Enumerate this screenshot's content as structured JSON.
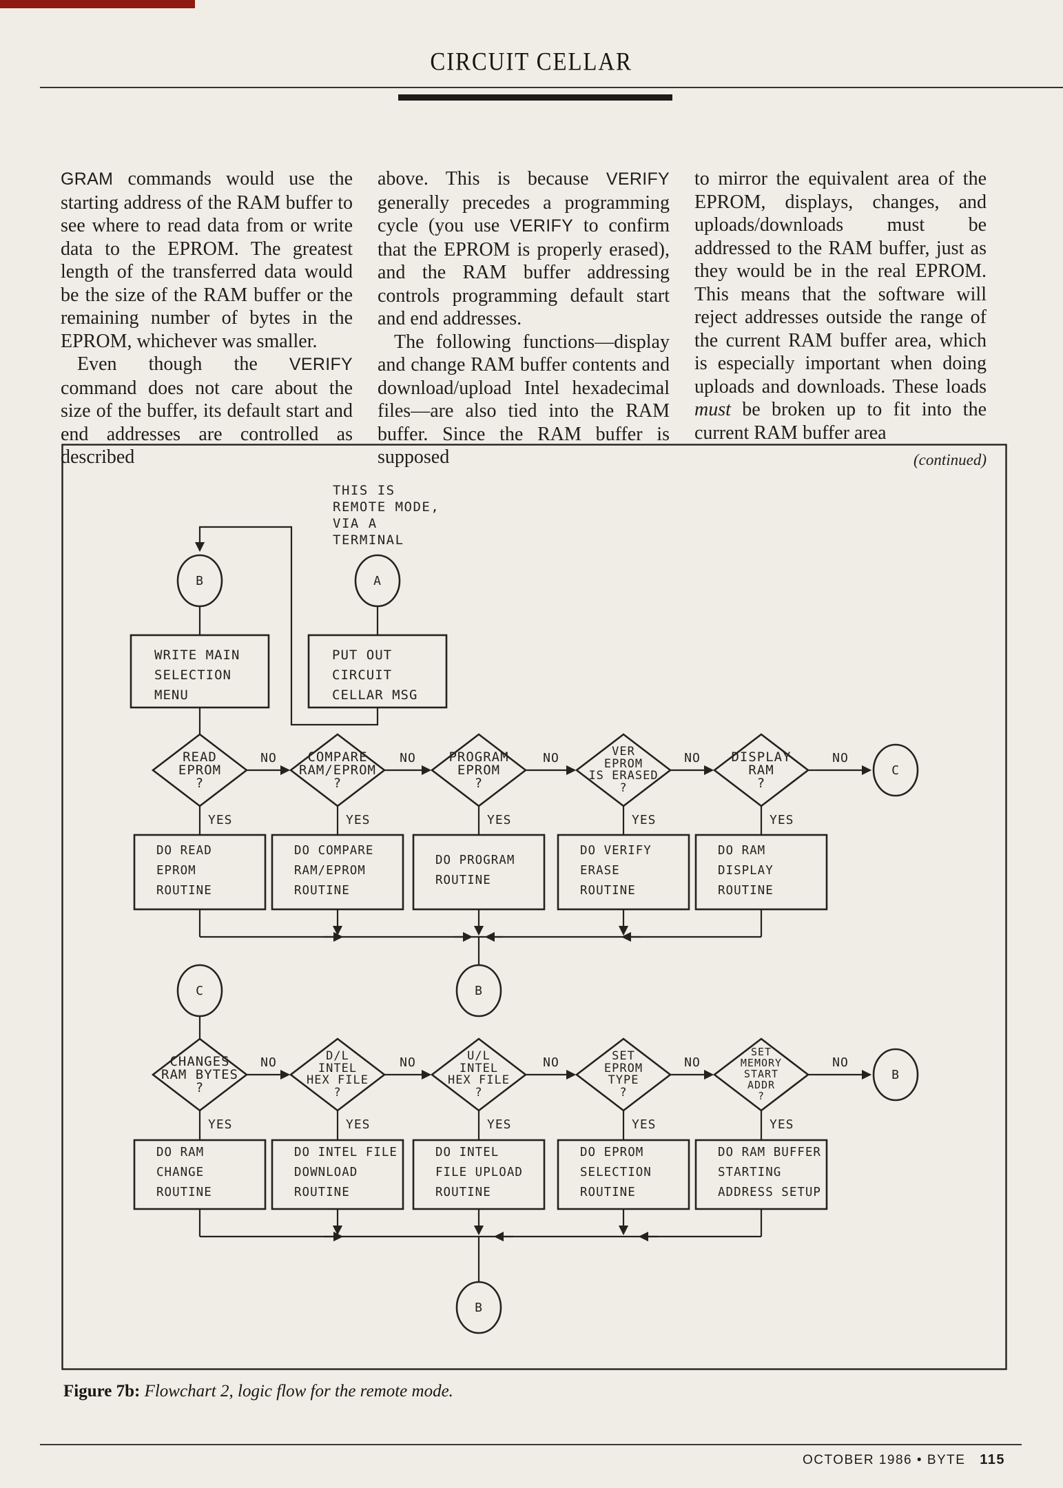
{
  "header": {
    "title": "CIRCUIT CELLAR"
  },
  "article": {
    "columns": [
      {
        "paragraphs": [
          {
            "indent": false,
            "segments": [
              {
                "text": "GRAM",
                "style": "cmd"
              },
              {
                "text": " commands would use the starting address of the RAM buffer to see where to read data from or write data to the EPROM. The greatest length of the transferred data would be the size of the RAM buffer or the remaining number of bytes in the EPROM, whichever was smaller.",
                "style": "plain"
              }
            ]
          },
          {
            "indent": true,
            "segments": [
              {
                "text": "Even though the ",
                "style": "plain"
              },
              {
                "text": "VERIFY",
                "style": "cmd"
              },
              {
                "text": " command does not care about the size of the buffer, its default start and end addresses are controlled as described",
                "style": "plain"
              }
            ]
          }
        ]
      },
      {
        "paragraphs": [
          {
            "indent": false,
            "segments": [
              {
                "text": "above. This is because ",
                "style": "plain"
              },
              {
                "text": "VERIFY",
                "style": "cmd"
              },
              {
                "text": " generally precedes a programming cycle (you use ",
                "style": "plain"
              },
              {
                "text": "VERIFY",
                "style": "cmd"
              },
              {
                "text": " to confirm that the EPROM is properly erased), and the RAM buffer addressing controls programming default start and end addresses.",
                "style": "plain"
              }
            ]
          },
          {
            "indent": true,
            "segments": [
              {
                "text": "The following functions—display and change RAM buffer contents and download/upload Intel hexadecimal files—are also tied into the RAM buffer. Since the RAM buffer is supposed",
                "style": "plain"
              }
            ]
          }
        ]
      },
      {
        "paragraphs": [
          {
            "indent": false,
            "segments": [
              {
                "text": "to mirror the equivalent area of the EPROM, displays, changes, and uploads/downloads must be addressed to the RAM buffer, just as they would be in the real EPROM. This means that the software will reject addresses outside the range of the current RAM buffer area, which is especially important when doing uploads and downloads. These loads ",
                "style": "plain"
              },
              {
                "text": "must",
                "style": "italic"
              },
              {
                "text": " be broken up to fit into the current RAM buffer area",
                "style": "plain"
              }
            ]
          }
        ],
        "continued": "(continued)"
      }
    ]
  },
  "flowchart": {
    "annotation": [
      "THIS IS",
      "REMOTE MODE,",
      "VIA A",
      "TERMINAL"
    ],
    "yes_label": "YES",
    "no_label": "NO",
    "connectors": {
      "b_top": "B",
      "a_top": "A",
      "c_right": "C",
      "c_mid": "C",
      "b_mid": "B",
      "b_right": "B",
      "b_bottom": "B"
    },
    "processes": {
      "write_menu": [
        "WRITE MAIN",
        "SELECTION",
        "MENU"
      ],
      "put_msg": [
        "PUT OUT",
        "CIRCUIT",
        "CELLAR MSG"
      ],
      "do_read": [
        "DO READ",
        "EPROM",
        "ROUTINE"
      ],
      "do_compare": [
        "DO COMPARE",
        "RAM/EPROM",
        "ROUTINE"
      ],
      "do_program": [
        "DO PROGRAM",
        "ROUTINE"
      ],
      "do_verify": [
        "DO VERIFY",
        "ERASE",
        "ROUTINE"
      ],
      "do_display": [
        "DO RAM",
        "DISPLAY",
        "ROUTINE"
      ],
      "do_change": [
        "DO RAM",
        "CHANGE",
        "ROUTINE"
      ],
      "do_download": [
        "DO INTEL FILE",
        "DOWNLOAD",
        "ROUTINE"
      ],
      "do_upload": [
        "DO INTEL",
        "FILE UPLOAD",
        "ROUTINE"
      ],
      "do_selection": [
        "DO EPROM",
        "SELECTION",
        "ROUTINE"
      ],
      "do_setup": [
        "DO RAM BUFFER",
        "STARTING",
        "ADDRESS SETUP"
      ]
    },
    "decisions": {
      "read": [
        "READ",
        "EPROM",
        "?"
      ],
      "compare": [
        "COMPARE",
        "RAM/EPROM",
        "?"
      ],
      "program": [
        "PROGRAM",
        "EPROM",
        "?"
      ],
      "ver_erased": [
        "VER",
        "EPROM",
        "IS ERASED",
        "?"
      ],
      "display": [
        "DISPLAY",
        "RAM",
        "?"
      ],
      "changes": [
        "CHANGES",
        "RAM BYTES",
        "?"
      ],
      "dl": [
        "D/L",
        "INTEL",
        "HEX FILE",
        "?"
      ],
      "ul": [
        "U/L",
        "INTEL",
        "HEX FILE",
        "?"
      ],
      "set_type": [
        "SET",
        "EPROM",
        "TYPE",
        "?"
      ],
      "set_addr": [
        "SET",
        "MEMORY",
        "START",
        "ADDR",
        "?"
      ]
    }
  },
  "caption": {
    "label": "Figure 7b:",
    "text": " Flowchart 2, logic flow for the remote mode."
  },
  "footer": {
    "text": "OCTOBER 1986 • BYTE",
    "page": "115"
  }
}
